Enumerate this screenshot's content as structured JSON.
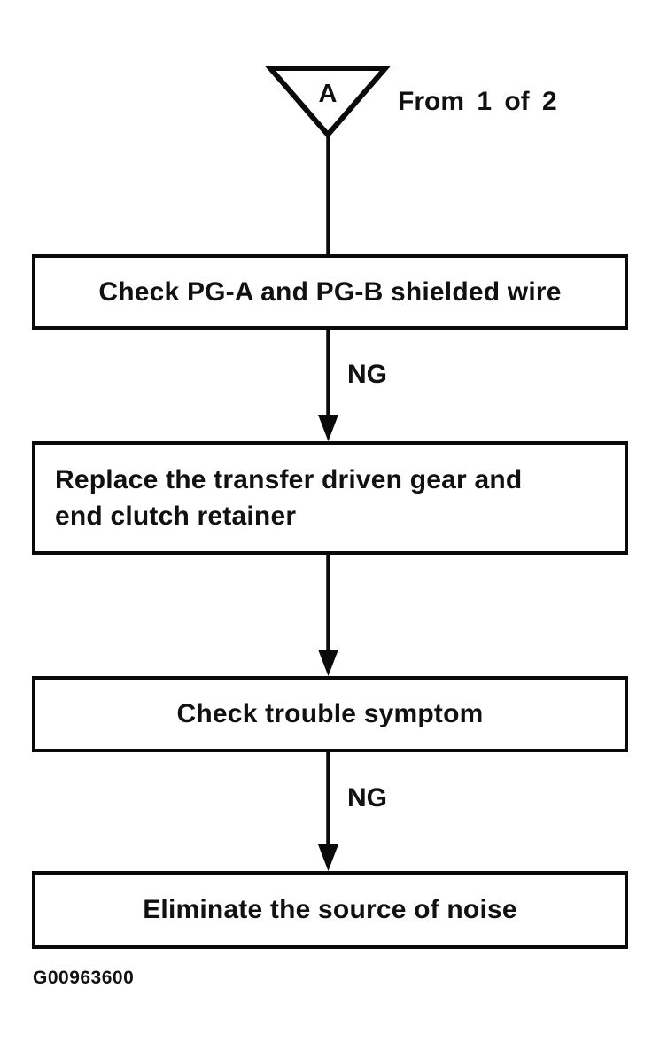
{
  "diagram": {
    "type": "flowchart",
    "connector": {
      "label": "A",
      "caption": "From 1 of 2"
    },
    "boxes": [
      {
        "label": "Check PG-A and PG-B shielded wire"
      },
      {
        "label": "Replace the transfer driven gear and\nend clutch retainer"
      },
      {
        "label": "Check trouble symptom"
      },
      {
        "label": "Eliminate the source of noise"
      }
    ],
    "edges": [
      {
        "from": "Check PG-A and PG-B shielded wire",
        "to": "Replace the transfer driven gear and end clutch retainer",
        "label": "NG"
      },
      {
        "from": "Replace the transfer driven gear and end clutch retainer",
        "to": "Check trouble symptom",
        "label": ""
      },
      {
        "from": "Check trouble symptom",
        "to": "Eliminate the source of noise",
        "label": "NG"
      }
    ],
    "figure_id": "G00963600",
    "colors": {
      "line": "#0a0a0a",
      "background": "#ffffff"
    }
  }
}
